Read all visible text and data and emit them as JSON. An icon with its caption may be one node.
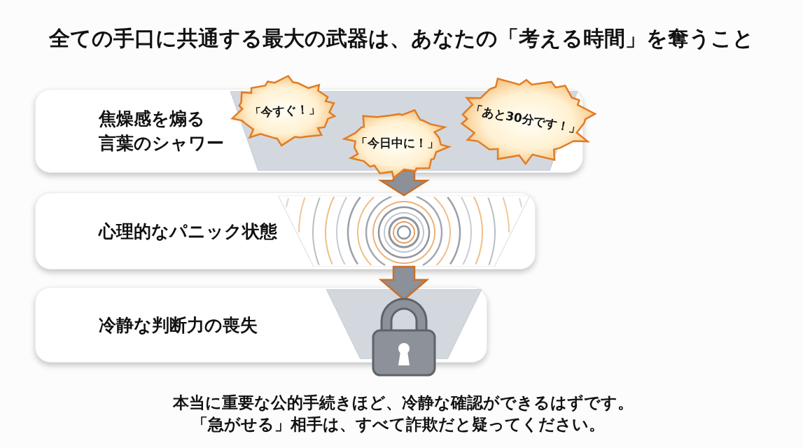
{
  "diagram": {
    "title": "全ての手口に共通する最大の武器は、あなたの「考える時間」を奪うこと",
    "nodes": [
      {
        "text": [
          "焦燥感を煽る言葉のシャワー"
        ]
      },
      {
        "text": [],
        "shape": "trapezoid",
        "in": 0
      },
      {
        "text": [
          "「今すぐ！」"
        ]
      },
      {
        "text": [
          "「今日中に！」"
        ]
      },
      {
        "text": [
          "「あと30分です！」"
        ]
      },
      {
        "text": [
          "心理的なパニック状態"
        ]
      },
      {
        "text": [],
        "shape": "trapezoid",
        "in": 5
      },
      {
        "text": [
          "冷静な判断力の喪失"
        ]
      },
      {
        "text": [],
        "shape": "trapezoid",
        "in": 7
      },
      {
        "text": [],
        "shape": "picture"
      }
    ],
    "edges": [
      {
        "from": 1,
        "to": 6,
        "arrow": "to"
      },
      {
        "from": 6,
        "to": 9,
        "arrow": "to"
      }
    ],
    "labels": [
      "本当に重要な公的手続きほど、冷静な確認ができるはずです。",
      "「急がせる」相手は、すべて詐欺だと疑ってください。"
    ]
  }
}
